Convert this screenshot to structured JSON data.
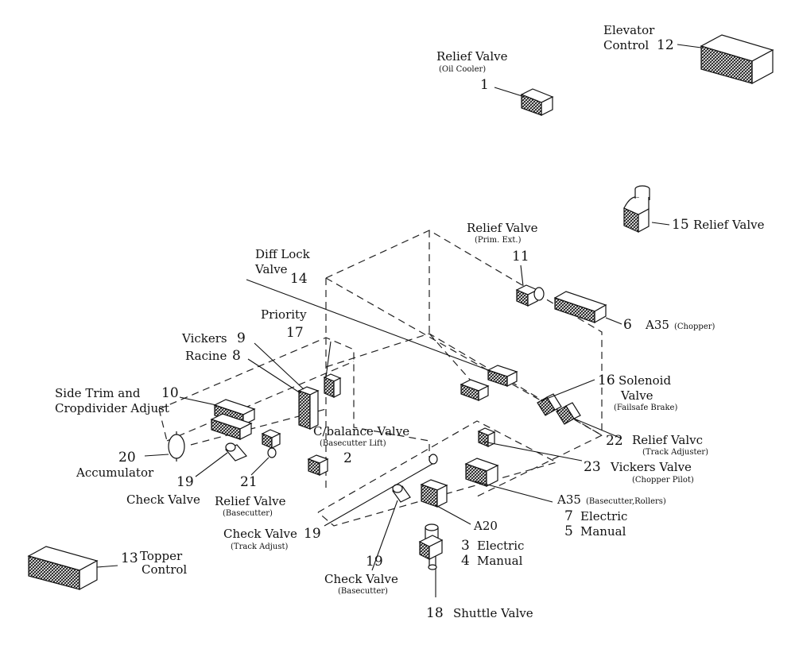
{
  "labels": {
    "elevator_control_1": "Elevator",
    "elevator_control_2": "Control",
    "elevator_num": "12",
    "relief_valve_oil": "Relief Valve",
    "relief_valve_oil_sub": "(Oil Cooler)",
    "relief_valve_oil_num": "1",
    "relief_valve_15_num": "15",
    "relief_valve_15": "Relief Valve",
    "relief_valve_prim": "Relief Valve",
    "relief_valve_prim_sub": "(Prim. Ext.)",
    "relief_valve_prim_num": "11",
    "diff_lock_1": "Diff Lock",
    "diff_lock_2": "Valve",
    "diff_lock_num": "14",
    "a35_chopper_num": "6",
    "a35_chopper": "A35",
    "a35_chopper_sub": "(Chopper)",
    "priority": "Priority",
    "priority_num": "17",
    "vickers": "Vickers",
    "vickers_num": "9",
    "racine": "Racine",
    "racine_num": "8",
    "side_trim_1": "Side Trim and",
    "side_trim_2": "Cropdivider Adjust",
    "side_trim_num": "10",
    "solenoid_num": "16",
    "solenoid_1": "Solenoid",
    "solenoid_2": "Valve",
    "solenoid_sub": "(Failsafe Brake)",
    "cbalance": "C/balance Valve",
    "cbalance_sub": "(Basecutter Lift)",
    "cbalance_num": "2",
    "accumulator_num": "20",
    "accumulator": "Accumulator",
    "relief_track_num": "22",
    "relief_track": "Relief Valvc",
    "relief_track_sub": "(Track Adjuster)",
    "vickers_valve_num": "23",
    "vickers_valve": "Vickers Valve",
    "vickers_valve_sub": "(Chopper Pilot)",
    "check_valve_left_num": "19",
    "check_valve_left": "Check Valve",
    "relief_base_num": "21",
    "relief_base": "Relief Valve",
    "relief_base_sub": "(Basecutter)",
    "a35_base": "A35",
    "a35_base_sub": "(Basecutter,Rollers)",
    "num_7": "7",
    "electric_7": "Electric",
    "num_5": "5",
    "manual_5": "Manual",
    "check_track": "Check Valve",
    "check_track_sub": "(Track Adjust)",
    "check_track_num": "19",
    "a20": "A20",
    "num_3": "3",
    "electric_3": "Electric",
    "num_4": "4",
    "manual_4": "Manual",
    "topper_num": "13",
    "topper_1": "Topper",
    "topper_2": "Control",
    "check_base_num": "19",
    "check_base": "Check Valve",
    "check_base_sub": "(Basecutter)",
    "shuttle_num": "18",
    "shuttle": "Shuttle Valve"
  }
}
